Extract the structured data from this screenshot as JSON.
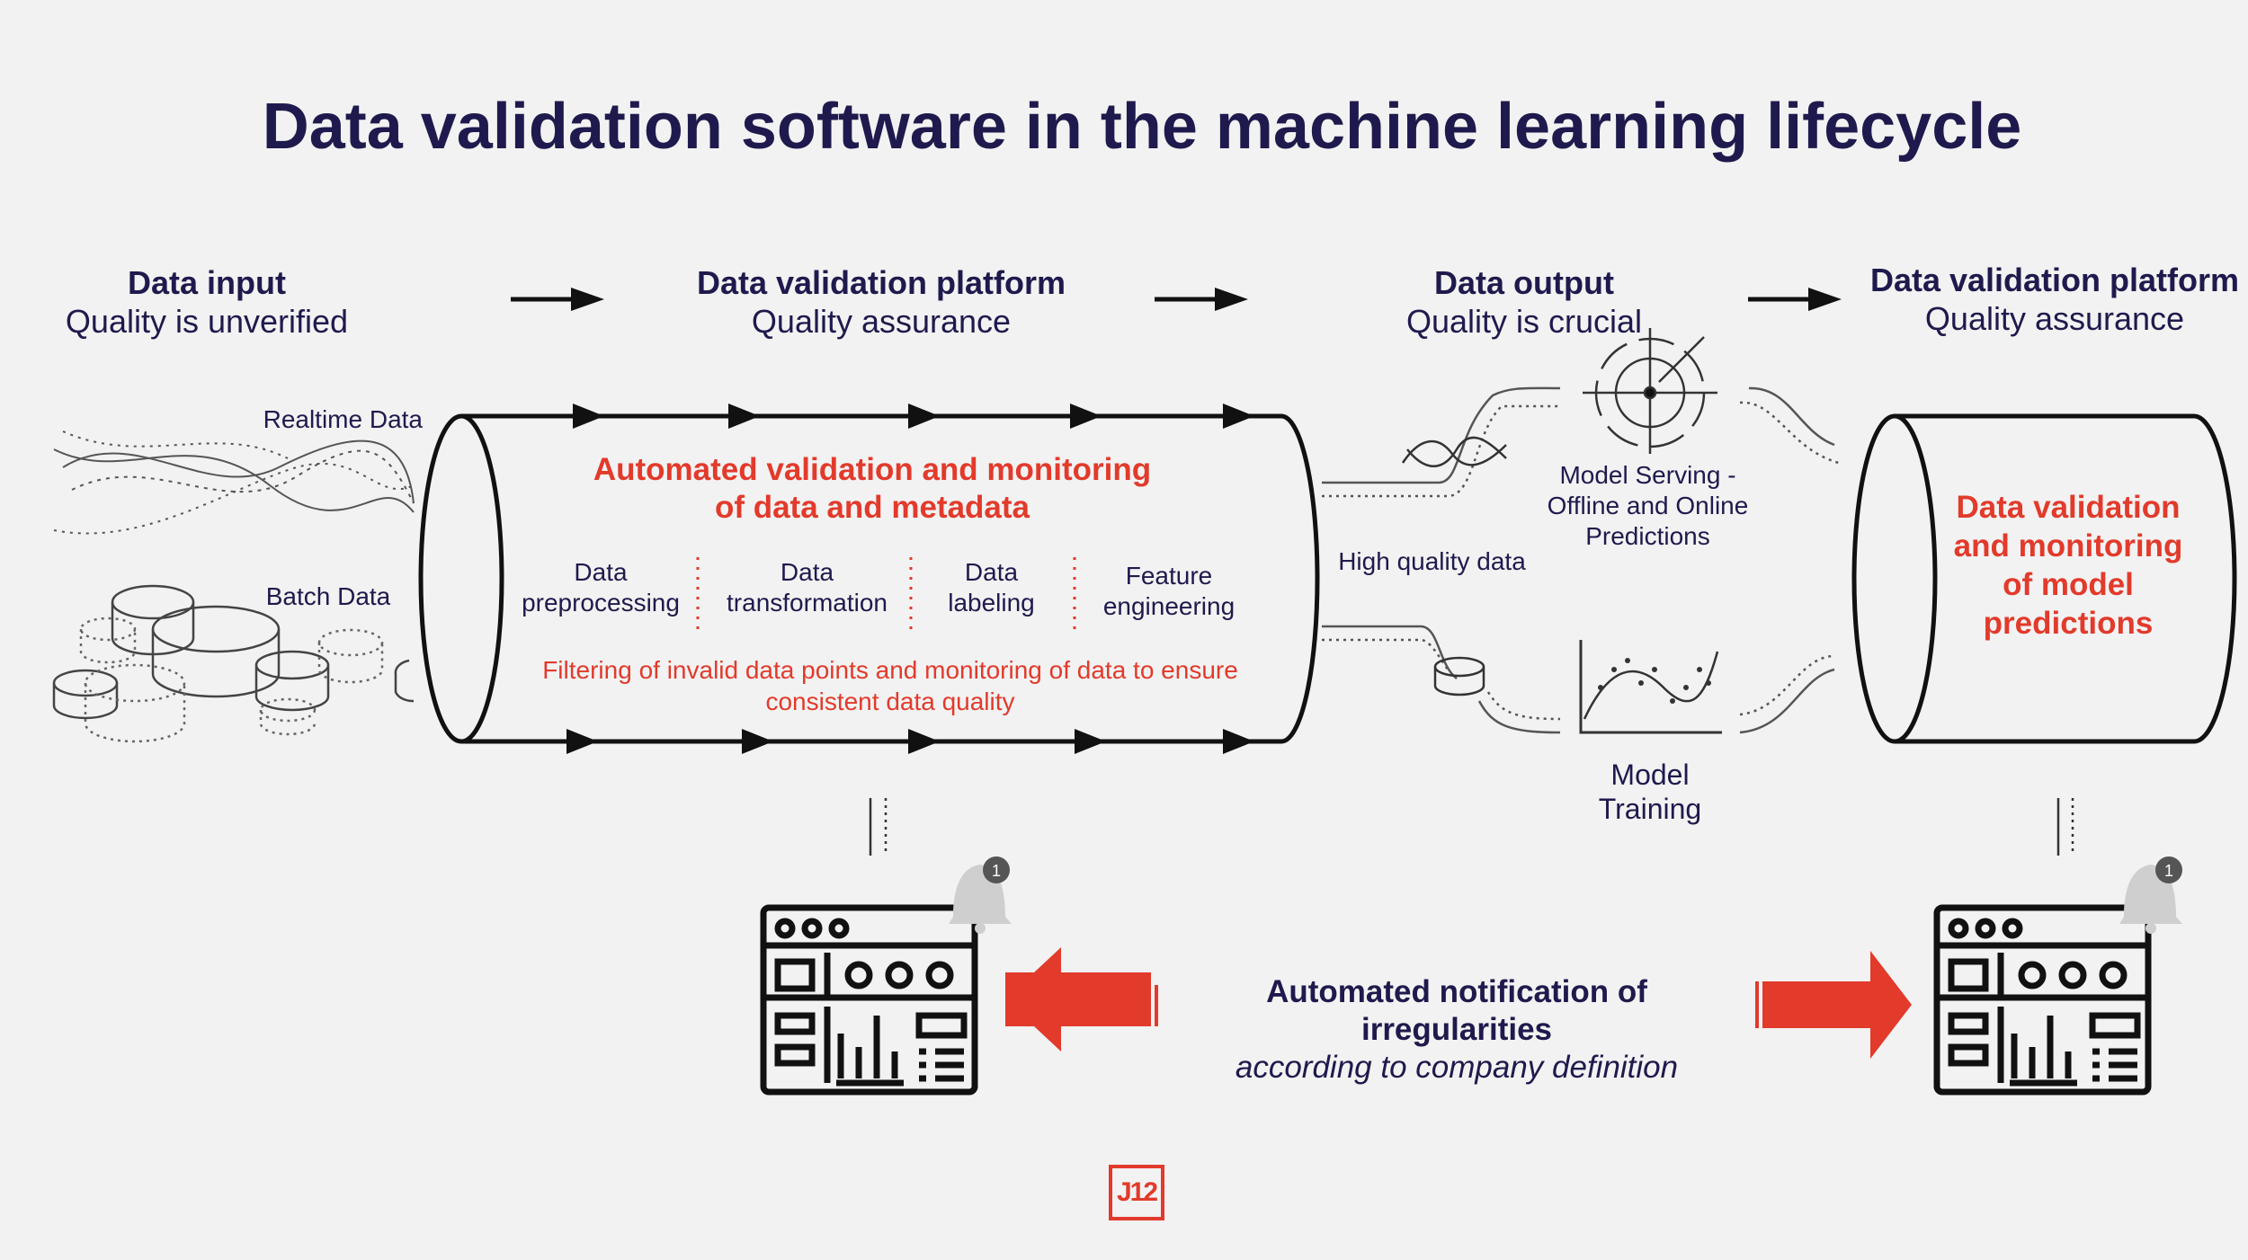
{
  "title": "Data validation software in the machine learning lifecycle",
  "stages": [
    {
      "heading": "Data input",
      "sub": "Quality is unverified"
    },
    {
      "heading": "Data validation platform",
      "sub": "Quality assurance"
    },
    {
      "heading": "Data output",
      "sub": "Quality is crucial"
    },
    {
      "heading": "Data validation platform",
      "sub": "Quality assurance"
    }
  ],
  "inputs": {
    "realtime": "Realtime Data",
    "batch": "Batch Data"
  },
  "pipeline": {
    "headline_1": "Automated validation and monitoring",
    "headline_2": "of data and metadata",
    "steps": [
      {
        "line1": "Data",
        "line2": "preprocessing"
      },
      {
        "line1": "Data",
        "line2": "transformation"
      },
      {
        "line1": "Data",
        "line2": "labeling"
      },
      {
        "line1": "Feature",
        "line2": "engineering"
      }
    ],
    "filter_1": "Filtering of invalid data points and monitoring of data to ensure",
    "filter_2": "consistent data quality"
  },
  "output": {
    "high_quality": "High quality data",
    "serving_1": "Model Serving -",
    "serving_2": "Offline and Online",
    "serving_3": "Predictions",
    "training_1": "Model",
    "training_2": "Training"
  },
  "model_monitoring": {
    "line1": "Data validation",
    "line2": "and monitoring",
    "line3": "of model",
    "line4": "predictions"
  },
  "notification": {
    "line1": "Automated notification of",
    "line2": "irregularities",
    "line3": "according to company definition",
    "badge_count": "1"
  },
  "logo": "J12",
  "colors": {
    "accent": "#e23a2b",
    "text": "#1f1a4d",
    "background": "#f2f2f2"
  },
  "icons": [
    "right-arrow-icon",
    "wave-icon",
    "database-icon",
    "target-icon",
    "scatter-chart-icon",
    "dashboard-icon",
    "bell-icon",
    "red-arrow-left-icon",
    "red-arrow-right-icon"
  ]
}
